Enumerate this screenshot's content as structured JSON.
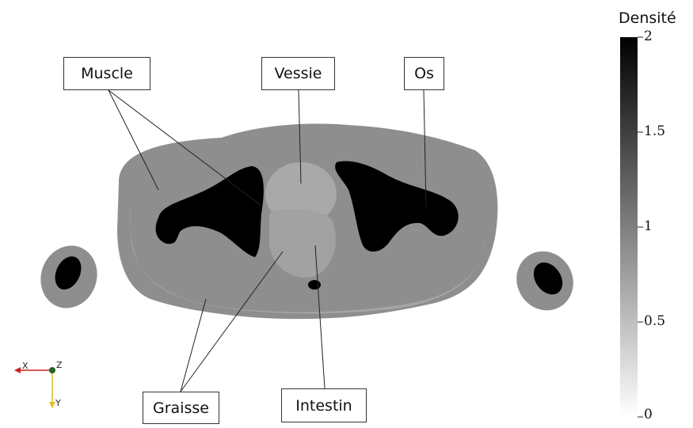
{
  "labels": {
    "muscle": "Muscle",
    "vessie": "Vessie",
    "os": "Os",
    "graisse": "Graisse",
    "intestin": "Intestin"
  },
  "colorbar": {
    "title": "Densité",
    "ticks": [
      "2",
      "1.5",
      "1",
      "0.5",
      "0"
    ],
    "min": 0,
    "max": 2
  },
  "orientation_axes": {
    "x": "X",
    "y": "Y",
    "z": "Z"
  },
  "colors": {
    "muscle": "#8a8a8a",
    "fat": "#a6a6a6",
    "bladder": "#b3b3b3",
    "bone": "#000000",
    "x_axis": "#cc2222",
    "y_axis": "#e0c020",
    "z_axis": "#226622"
  }
}
